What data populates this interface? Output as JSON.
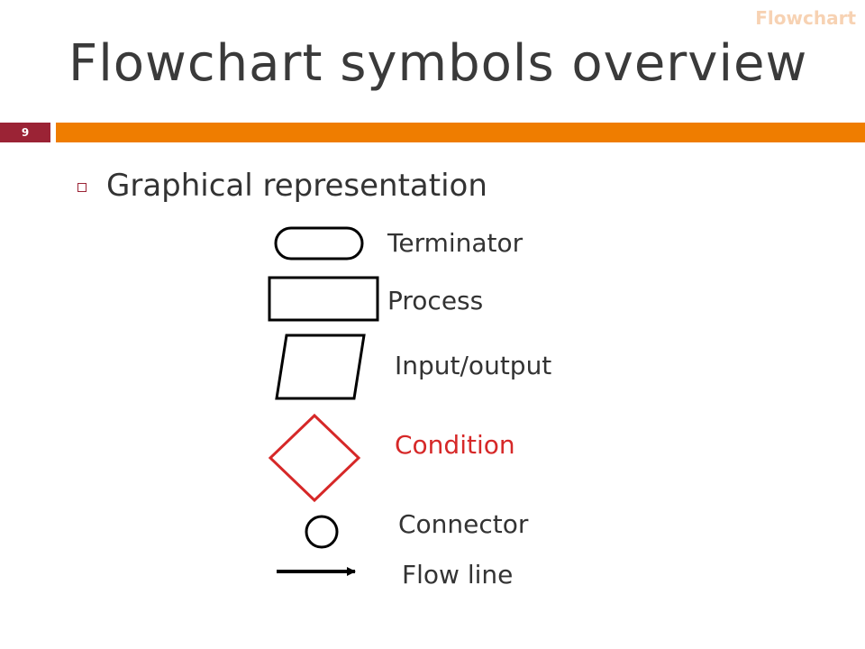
{
  "corner_label": "Flowchart",
  "title": "Flowchart symbols overview",
  "slide_number": "9",
  "bullet": "Graphical representation",
  "symbols": [
    {
      "shape": "terminator",
      "label": "Terminator"
    },
    {
      "shape": "process",
      "label": "Process"
    },
    {
      "shape": "input-output",
      "label": "Input/output"
    },
    {
      "shape": "condition",
      "label": "Condition"
    },
    {
      "shape": "connector",
      "label": "Connector"
    },
    {
      "shape": "flow-line",
      "label": "Flow line"
    }
  ],
  "colors": {
    "accent_bar": "#ef7d00",
    "slide_number_bg": "#9b2335",
    "condition_stroke": "#d62828",
    "condition_label": "#d62828",
    "corner_label": "#f7d2b3"
  }
}
